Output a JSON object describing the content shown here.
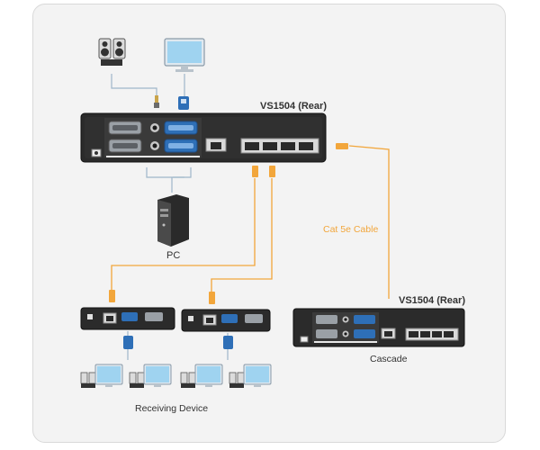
{
  "diagram": {
    "main_device_label": "VS1504 (Rear)",
    "cascade_device_label": "VS1504 (Rear)",
    "cable_label": "Cat 5e Cable",
    "pc_label": "PC",
    "cascade_label": "Cascade",
    "receiving_label": "Receiving Device"
  },
  "colors": {
    "cable": "#f2a63b",
    "wire": "#9fb6c9",
    "device_body": "#2b2b2b",
    "vga_blue": "#2e6fb7",
    "background": "#f3f3f3"
  }
}
